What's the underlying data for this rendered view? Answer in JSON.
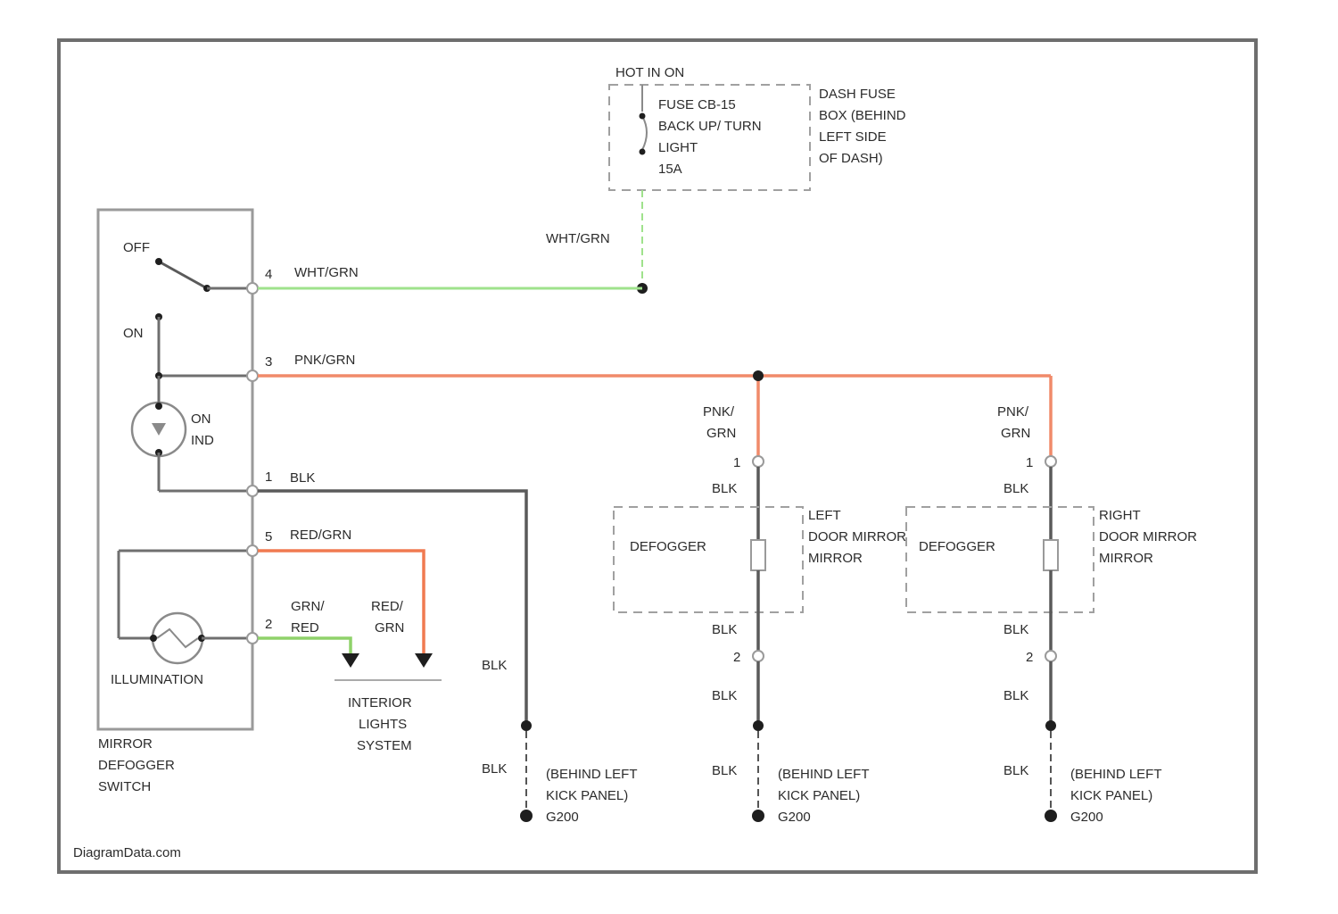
{
  "colors": {
    "wht_grn": "#9fe28c",
    "pnk_grn": "#f08a6a",
    "red_grn": "#f07a50",
    "grn_red": "#8fd26a",
    "blk": "#5a5a5a"
  },
  "power": {
    "hot_label": "HOT IN ON",
    "fuse_lines": [
      "FUSE CB-15",
      "BACK UP/ TURN",
      "LIGHT",
      "15A"
    ],
    "fuse_box_lines": [
      "DASH FUSE",
      "BOX (BEHIND",
      "LEFT SIDE",
      "OF DASH)"
    ]
  },
  "wires": {
    "fuse_down": "WHT/GRN",
    "switch_to_fuse": "WHT/GRN",
    "pnk_grn": "PNK/GRN",
    "blk": "BLK",
    "red_grn": "RED/GRN",
    "grn_red": [
      "GRN/",
      "RED"
    ],
    "red_grn_drop": [
      "RED/",
      "GRN"
    ],
    "pnk_grn_drop": [
      "PNK/",
      "GRN"
    ]
  },
  "switch": {
    "off": "OFF",
    "on": "ON",
    "led": [
      "ON",
      "IND"
    ],
    "illumination": "ILLUMINATION",
    "name": [
      "MIRROR",
      "DEFOGGER",
      "SWITCH"
    ],
    "pins": [
      "4",
      "3",
      "1",
      "5",
      "2"
    ]
  },
  "interior": [
    "INTERIOR",
    "LIGHTS",
    "SYSTEM"
  ],
  "left_mirror": {
    "element": "DEFOGGER",
    "name": [
      "LEFT",
      "DOOR MIRROR",
      "MIRROR"
    ],
    "pin_top": "1",
    "pin_bottom": "2"
  },
  "right_mirror": {
    "element": "DEFOGGER",
    "name": [
      "RIGHT",
      "DOOR MIRROR",
      "MIRROR"
    ],
    "pin_top": "1",
    "pin_bottom": "2"
  },
  "ground": {
    "lines": [
      "(BEHIND LEFT",
      "KICK PANEL)",
      "G200"
    ]
  },
  "watermark": "DiagramData.com"
}
